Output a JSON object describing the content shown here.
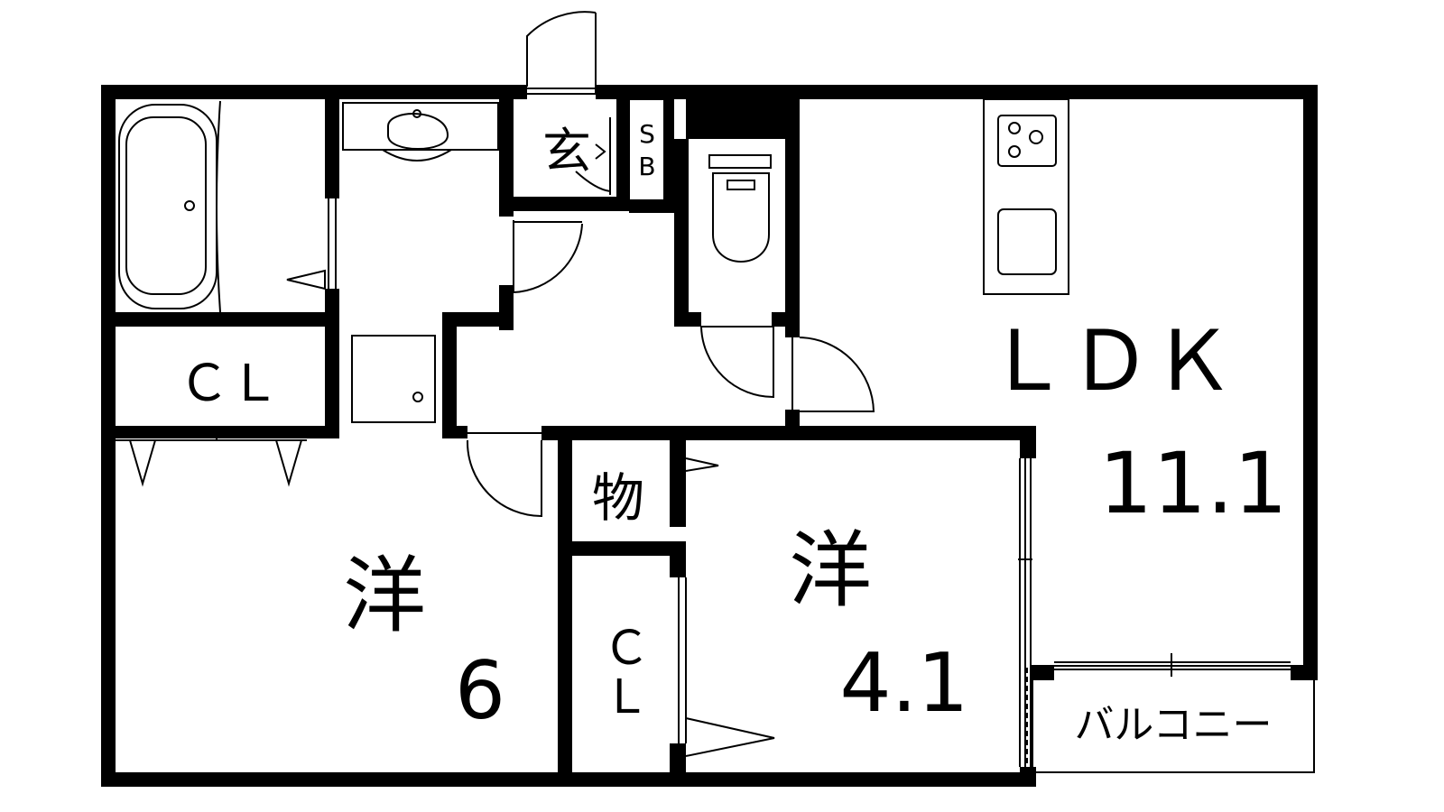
{
  "floorplan": {
    "rooms": {
      "ldk": {
        "label": "ＬＤＫ",
        "size": "11.1"
      },
      "west_bedroom": {
        "label": "洋",
        "size": "6"
      },
      "east_bedroom": {
        "label": "洋",
        "size": "4.1"
      },
      "closet_top": {
        "label": "ＣＬ"
      },
      "closet_middle": {
        "label_line1": "Ｃ",
        "label_line2": "Ｌ"
      },
      "storage": {
        "label": "物"
      },
      "entrance": {
        "label": "玄"
      },
      "shoe_box": {
        "label_line1": "S",
        "label_line2": "B"
      },
      "balcony": {
        "label": "バルコニー"
      }
    },
    "colors": {
      "wall": "#000000",
      "background": "#ffffff",
      "line": "#000000"
    }
  }
}
